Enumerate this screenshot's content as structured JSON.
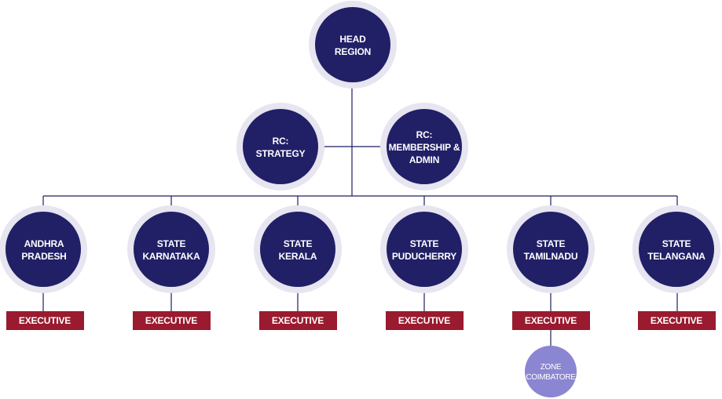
{
  "colors": {
    "node": "#211f66",
    "ring": "#e6e5f0",
    "executive": "#9a1a2f",
    "zone": "#8b86d1",
    "connector": "#1e1d63"
  },
  "head": {
    "line1": "HEAD",
    "line2": "REGION"
  },
  "rc_strategy": {
    "line1": "RC:",
    "line2": "STRATEGY"
  },
  "rc_membership": {
    "line1": "RC:",
    "line2": "MEMBERSHIP &",
    "line3": "ADMIN"
  },
  "states": [
    {
      "line1": "ANDHRA",
      "line2": "PRADESH",
      "executive": "EXECUTIVE"
    },
    {
      "line1": "STATE",
      "line2": "KARNATAKA",
      "executive": "EXECUTIVE"
    },
    {
      "line1": "STATE",
      "line2": "KERALA",
      "executive": "EXECUTIVE"
    },
    {
      "line1": "STATE",
      "line2": "PUDUCHERRY",
      "executive": "EXECUTIVE"
    },
    {
      "line1": "STATE",
      "line2": "TAMILNADU",
      "executive": "EXECUTIVE"
    },
    {
      "line1": "STATE",
      "line2": "TELANGANA",
      "executive": "EXECUTIVE"
    }
  ],
  "zone": {
    "line1": "ZONE",
    "line2": "COIMBATORE"
  }
}
